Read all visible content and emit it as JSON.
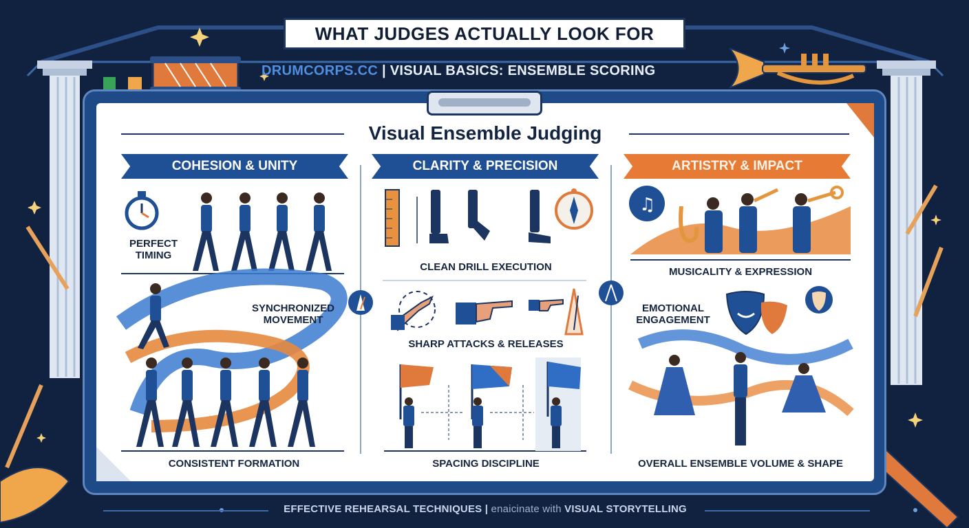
{
  "header": {
    "title": "WHAT JUDGES ACTUALLY LOOK FOR",
    "brand": "DRUMCORPS.CC",
    "separator": "|",
    "subtitle": "VISUAL BASICS: ENSEMBLE SCORING"
  },
  "board": {
    "heading": "Visual Ensemble Judging"
  },
  "columns": [
    {
      "header": "COHESION & UNITY",
      "items": [
        "PERFECT\nTIMING",
        "SYNCHRONIZED\nMOVEMENT",
        "CONSISTENT FORMATION"
      ]
    },
    {
      "header": "CLARITY & PRECISION",
      "items": [
        "CLEAN DRILL EXECUTION",
        "SHARP ATTACKS & RELEASES",
        "SPACING DISCIPLINE"
      ]
    },
    {
      "header": "ARTISTRY & IMPACT",
      "items": [
        "MUSICALITY & EXPRESSION",
        "EMOTIONAL\nENGAGEMENT",
        "OVERALL ENSEMBLE VOLUME & SHAPE"
      ]
    }
  ],
  "footer": {
    "left": "EFFECTIVE REHEARSAL TECHNIQUES",
    "separator": "|",
    "middle": "enaicinate with",
    "right": "VISUAL STORYTELLING"
  },
  "colors": {
    "navy": "#10223f",
    "board_blue": "#1e4a87",
    "header_blue": "#1f4f95",
    "accent_orange": "#e77a35"
  },
  "icons": [
    "stopwatch-icon",
    "metronome-icon",
    "compass-icon",
    "ruler-icon",
    "music-note-icon",
    "theater-masks-icon",
    "drafting-compass-icon",
    "trumpet-icon",
    "drum-icon",
    "pencil-icon",
    "drumstick-icon",
    "sparkle-icon"
  ]
}
